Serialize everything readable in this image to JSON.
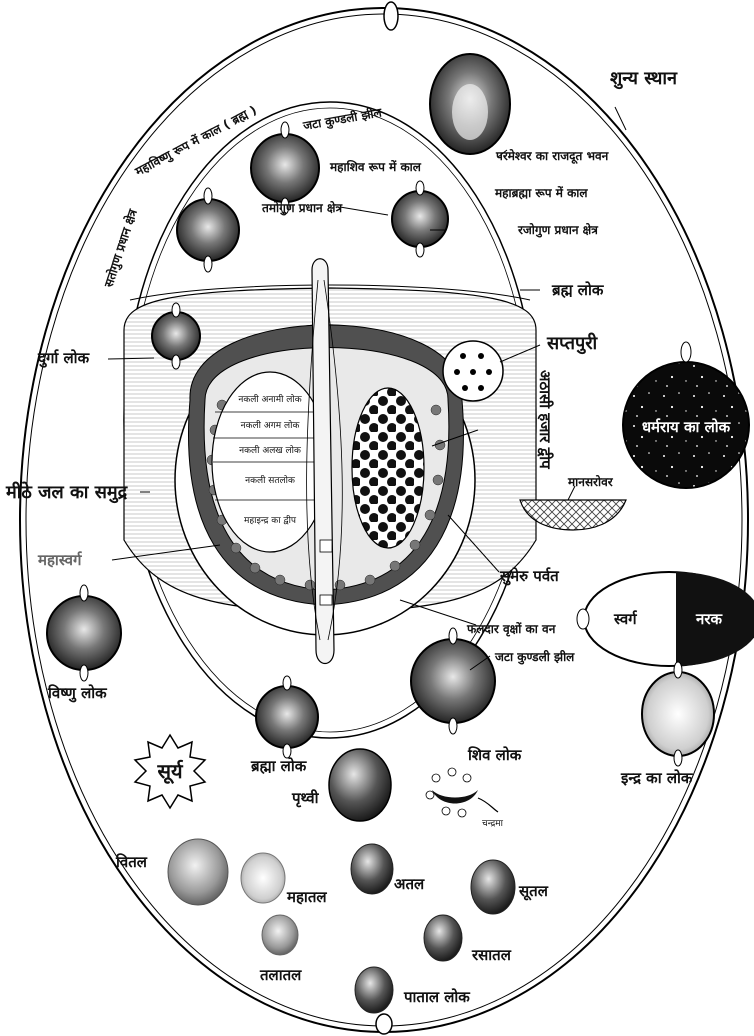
{
  "diagram": {
    "labels": {
      "shunya": "शुन्य स्थान",
      "rajdoot": "परमेश्वर का राजदूत भवन",
      "mahavishnu": "महाविष्णु रूप में काल ( ब्रह्म )",
      "jata_top": "जटा कुण्डली झील",
      "mahashiv": "महाशिव रूप में काल",
      "mahabrahma": "महाब्रह्मा रूप में काल",
      "tamogun": "तमोगुण प्रधान क्षेत्र",
      "rajogun": "रजोगुण प्रधान क्षेत्र",
      "satogun": "सतोगुण प्रधान क्षेत्र",
      "brahm_lok": "ब्रह्म लोक",
      "durga_lok": "दुर्गा लोक",
      "saptpuri": "सप्तपुरी",
      "athasi": "अठासी हजार द्वीप",
      "dharmraj": "धर्मराय का लोक",
      "meethe_jal": "मीठे जल का समुद्र",
      "mansarovar": "मानसरोवर",
      "mahaswarg": "महास्वर्ग",
      "sumeru": "सुमेरु पर्वत",
      "swarg": "स्वर्ग",
      "narak": "नरक",
      "faldar": "फलदार वृक्षों का वन",
      "jata_bottom": "जटा कुण्डली झील",
      "vishnu_lok": "विष्णु लोक",
      "shiv_lok": "शिव लोक",
      "brahma_lok": "ब्रह्मा लोक",
      "indra_lok": "इन्द्र का लोक",
      "surya": "सूर्य",
      "prithvi": "पृथ्वी",
      "chandrama": "चन्द्रमा",
      "vital": "वितल",
      "mahatal": "महातल",
      "atal": "अतल",
      "sutal": "सूतल",
      "talatal": "तलातल",
      "rasatal": "रसातल",
      "patal_lok": "पाताल लोक",
      "nakli_anami": "नकली अनामी लोक",
      "nakli_agam": "नकली अगम लोक",
      "nakli_alakh": "नकली अलख लोक",
      "nakli_satlok": "नकली सतलोक",
      "mahaindra_dweep": "महाइन्द्र का द्वीप"
    }
  }
}
